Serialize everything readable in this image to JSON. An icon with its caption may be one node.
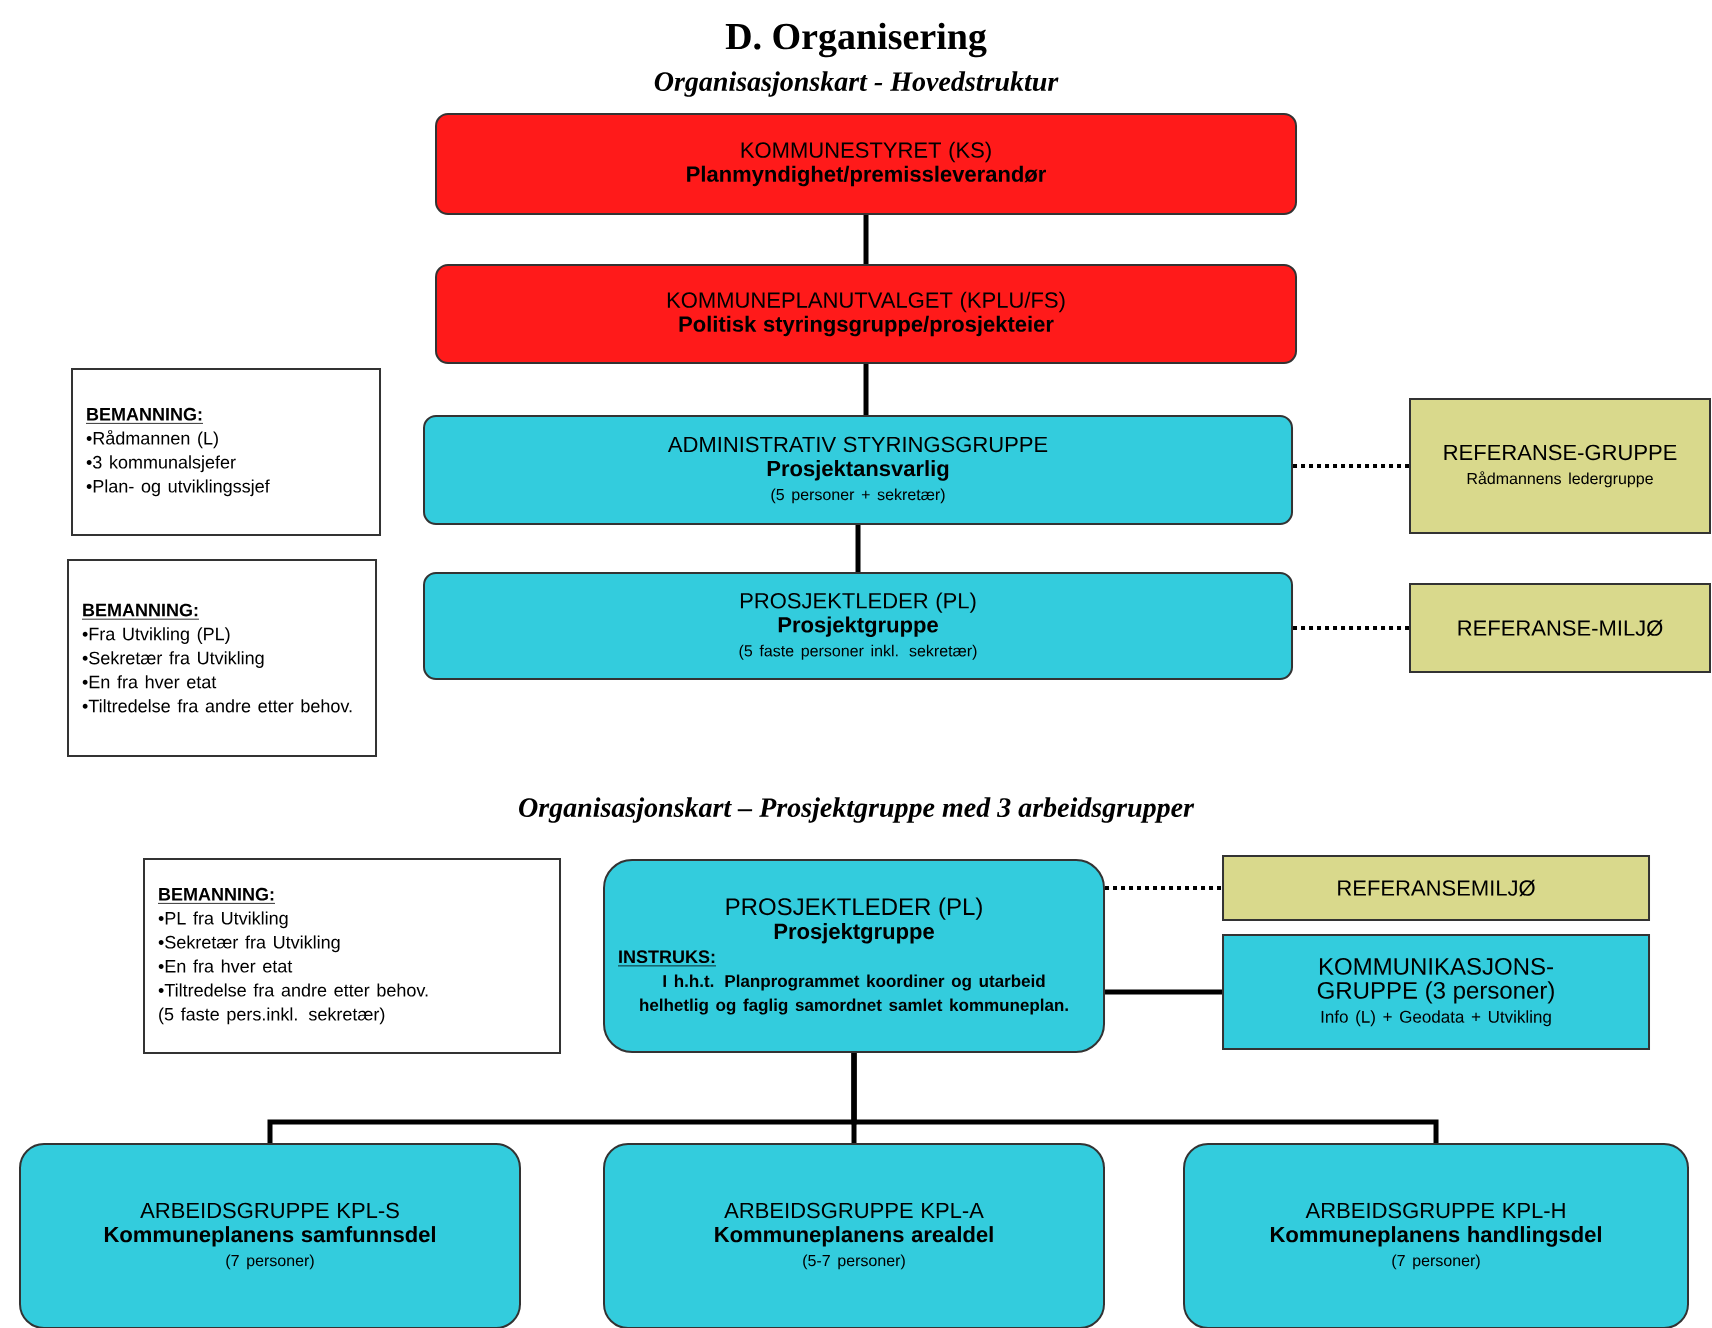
{
  "diagram": {
    "title": "D. Organisering",
    "nodes": [
      {
        "text": [
          "KOMMUNESTYRET (KS)",
          "Planmyndighet/premissleverandør"
        ]
      },
      {
        "text": [
          "KOMMUNEPLANUTVALGET (KPLU/FS)",
          "Politisk styringsgruppe/prosjekteier"
        ]
      },
      {
        "text": [
          "BEMANNING:",
          "•Rådmannen (L)",
          "•3 kommunalsjefer",
          "•Plan- og utviklingssjef"
        ]
      },
      {
        "text": [
          "ADMINISTRATIV STYRINGSGRUPPE",
          "Prosjektansvarlig",
          "(5 personer + sekretær)"
        ]
      },
      {
        "text": [
          "REFERANSE-GRUPPE",
          "Rådmannens ledergruppe"
        ]
      },
      {
        "text": [
          "BEMANNING:",
          "•Fra Utvikling (PL)",
          "•Sekretær fra Utvikling",
          "•En fra hver etat",
          "•Tiltredelse fra andre etter behov."
        ]
      },
      {
        "text": [
          "PROSJEKTLEDER (PL)",
          "Prosjektgruppe",
          "(5 faste personer inkl. sekretær)"
        ]
      },
      {
        "text": [
          "REFERANSE-MILJØ"
        ]
      },
      {
        "text": [
          "BEMANNING:",
          "•PL fra Utvikling",
          "•Sekretær fra Utvikling",
          "•En fra hver etat",
          "•Tiltredelse fra andre etter behov.",
          "(5 faste pers.inkl. sekretær)"
        ]
      },
      {
        "text": [
          "PROSJEKTLEDER (PL)",
          "Prosjektgruppe",
          "INSTRUKS:",
          "I h.h.t. Planprogrammet koordiner og utarbeid helhetlig og faglig samordnet samlet kommuneplan."
        ]
      },
      {
        "text": [
          "REFERANSEMILJØ"
        ]
      },
      {
        "text": [
          "KOMMUNIKASJONS-GRUPPE (3 personer)",
          "Info (L) + Geodata + Utvikling"
        ]
      },
      {
        "text": [
          "ARBEIDSGRUPPE KPL-S",
          "Kommuneplanens samfunnsdel",
          "(7 personer)"
        ]
      },
      {
        "text": [
          "ARBEIDSGRUPPE KPL-A",
          "Kommuneplanens arealdel",
          "(5-7 personer)"
        ]
      },
      {
        "text": [
          "ARBEIDSGRUPPE KPL-H",
          "Kommuneplanens handlingsdel",
          "(7 personer)"
        ]
      }
    ],
    "edges": [
      {
        "from": 0,
        "to": 1,
        "arrow": "none"
      },
      {
        "from": 1,
        "to": 3,
        "arrow": "none"
      },
      {
        "from": 3,
        "to": 6,
        "arrow": "none"
      },
      {
        "from": 3,
        "to": 4,
        "arrow": "none",
        "style": "dashed"
      },
      {
        "from": 6,
        "to": 7,
        "arrow": "none",
        "style": "dashed"
      },
      {
        "from": 9,
        "to": 10,
        "arrow": "none",
        "style": "dashed"
      },
      {
        "from": 9,
        "to": 11,
        "arrow": "none"
      },
      {
        "from": 9,
        "to": 12,
        "arrow": "none"
      },
      {
        "from": 9,
        "to": 13,
        "arrow": "none"
      },
      {
        "from": 9,
        "to": 14,
        "arrow": "none"
      }
    ],
    "labels": [
      "Organisasjonskart - Hovedstruktur",
      "Organisasjonskart – Prosjektgruppe med 3 arbeidsgrupper"
    ]
  }
}
